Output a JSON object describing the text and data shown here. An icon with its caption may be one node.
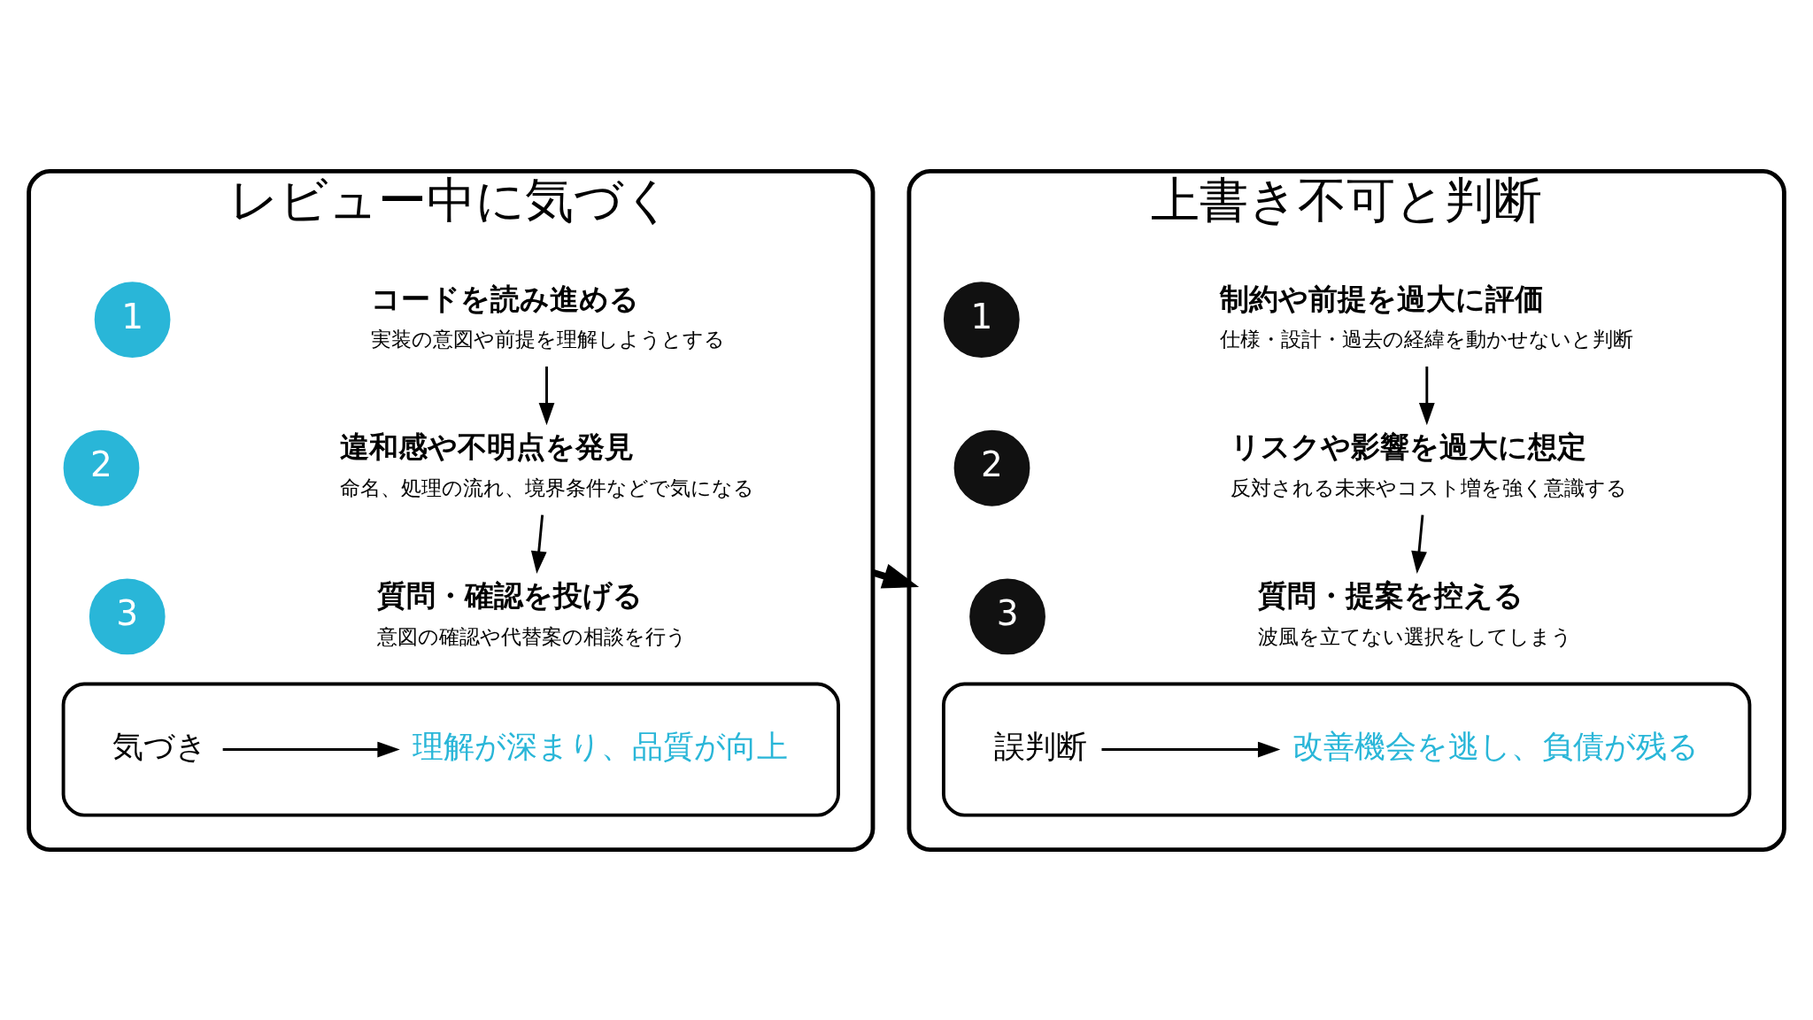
{
  "diagram": {
    "nodes": [
      {
        "text": [
          "レビュー中に気づく"
        ]
      },
      {
        "text": [
          "1"
        ],
        "in": 0
      },
      {
        "text": [
          "コードを読み進める",
          "実装の意図や前提を理解しようとする"
        ],
        "in": 0
      },
      {
        "text": [
          "2"
        ],
        "in": 0
      },
      {
        "text": [
          "違和感や不明点を発見",
          "命名、処理の流れ、境界条件などで気になる"
        ],
        "in": 0
      },
      {
        "text": [
          "3"
        ],
        "in": 0
      },
      {
        "text": [
          "質問・確認を投げる",
          "意図の確認や代替案の相談を行う"
        ],
        "in": 0
      },
      {
        "text": [],
        "shape": "box",
        "in": 0
      },
      {
        "text": [
          "気づき"
        ],
        "in": 7
      },
      {
        "text": [
          "理解が深まり、品質が向上"
        ],
        "in": 7
      },
      {
        "text": [
          "上書き不可と判断"
        ]
      },
      {
        "text": [
          "1"
        ],
        "in": 10
      },
      {
        "text": [
          "制約や前提を過大に評価",
          "仕様・設計・過去の経緯を動かせないと判断"
        ],
        "in": 10
      },
      {
        "text": [
          "2"
        ],
        "in": 10
      },
      {
        "text": [
          "リスクや影響を過大に想定",
          "反対される未来やコスト増を強く意識する"
        ],
        "in": 10
      },
      {
        "text": [
          "3"
        ],
        "in": 10
      },
      {
        "text": [
          "質問・提案を控える",
          "波風を立てない選択をしてしまう"
        ],
        "in": 10
      },
      {
        "text": [],
        "shape": "box",
        "in": 10
      },
      {
        "text": [
          "誤判断"
        ],
        "in": 17
      },
      {
        "text": [
          "改善機会を逃し、負債が残る"
        ],
        "in": 17
      }
    ],
    "edges": [
      {
        "from": 2,
        "to": 4,
        "arrow": "to"
      },
      {
        "from": 4,
        "to": 6,
        "arrow": "to"
      },
      {
        "from": 8,
        "to": 9,
        "arrow": "to"
      },
      {
        "from": 0,
        "to": 10,
        "arrow": "to",
        "style": "thick"
      },
      {
        "from": 12,
        "to": 14,
        "arrow": "to"
      },
      {
        "from": 14,
        "to": 16,
        "arrow": "to"
      },
      {
        "from": 18,
        "to": 19,
        "arrow": "to"
      }
    ]
  }
}
